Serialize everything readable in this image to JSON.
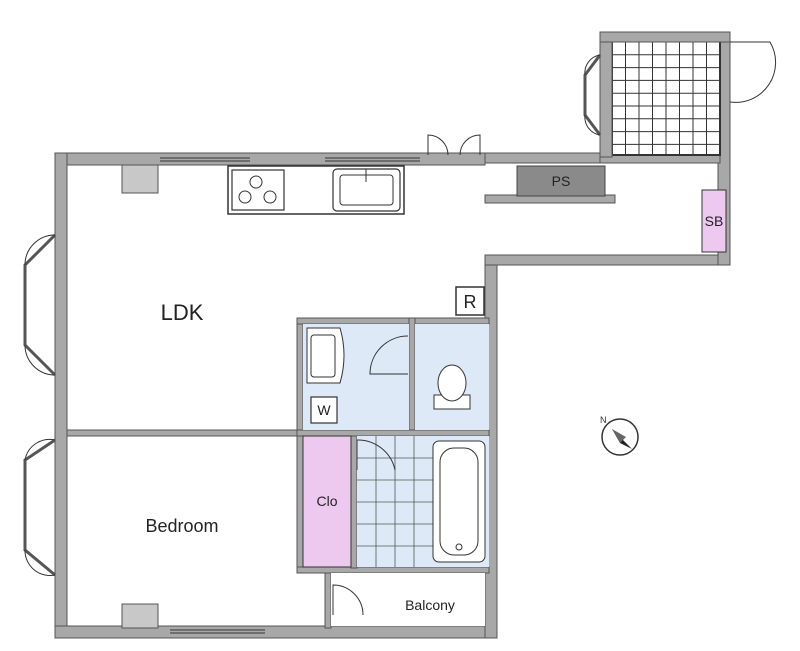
{
  "rooms": {
    "ldk": "LDK",
    "bedroom": "Bedroom",
    "balcony": "Balcony",
    "closet": "Clo",
    "washer": "W",
    "refrigerator": "R",
    "pipe_space": "PS",
    "switchboard": "SB"
  },
  "colors": {
    "wall": "#a8a8a8",
    "wall_edge": "#555555",
    "wet_area": "#dde9f7",
    "closet": "#edc9ef",
    "pipe_space": "#8a8a8a",
    "tile": "#ffffff"
  },
  "icons": {
    "compass": "north-arrow-icon",
    "stove": "stove-icon",
    "sink": "sink-icon",
    "toilet": "toilet-icon",
    "bathtub": "bathtub-icon",
    "washbasin": "washbasin-icon"
  }
}
